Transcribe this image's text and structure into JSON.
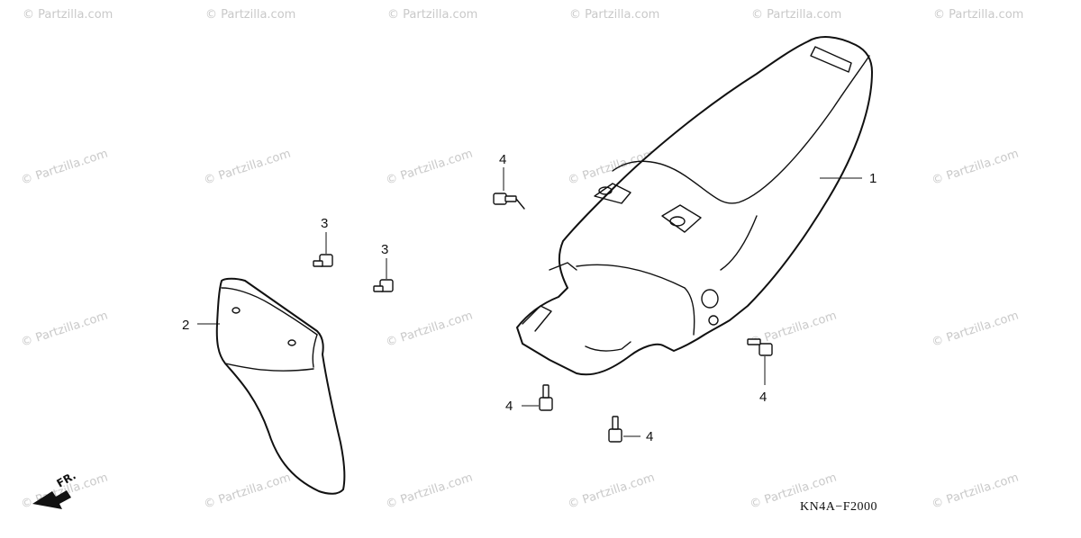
{
  "diagram": {
    "drawing_code": "KN4A−F2000",
    "direction_label": "FR.",
    "watermark": "© Partzilla.com",
    "callouts": {
      "rear_fender": "1",
      "mud_guard": "2",
      "bolt_left_a": "3",
      "bolt_left_b": "3",
      "bolt_top": "4",
      "bolt_right": "4",
      "bolt_bottom_left": "4",
      "bolt_bottom_right": "4"
    }
  }
}
